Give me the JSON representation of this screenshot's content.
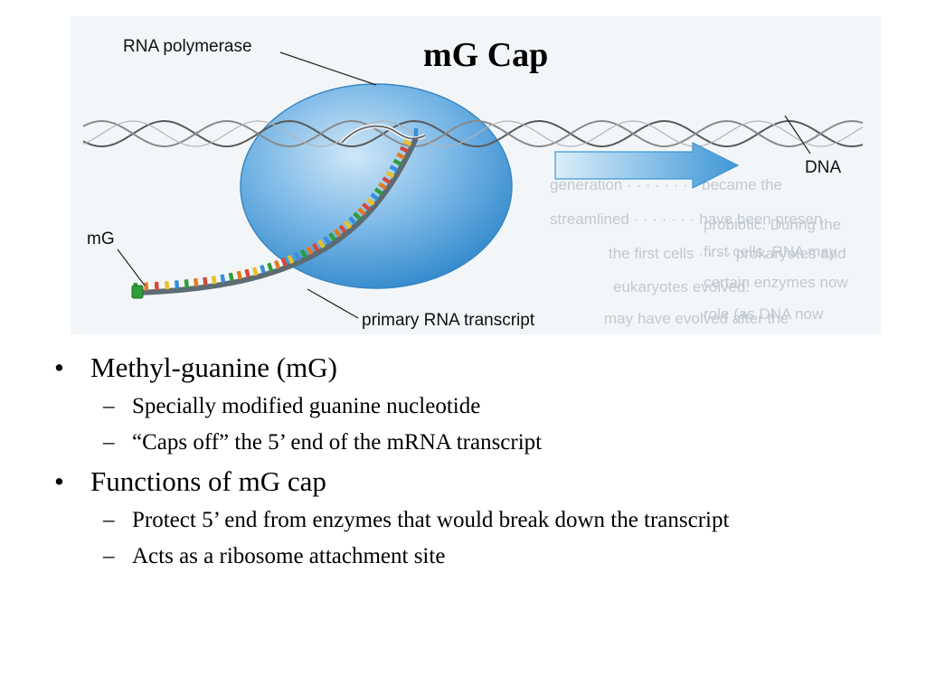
{
  "slide": {
    "title": "mG Cap",
    "figure_labels": {
      "rna_polymerase": "RNA polymerase",
      "dna": "DNA",
      "mg": "mG",
      "primary_transcript": "primary RNA transcript"
    },
    "bullets": [
      {
        "text": "Methyl-guanine (mG)",
        "subs": [
          "Specially modified guanine nucleotide",
          "“Caps off” the 5’ end of the mRNA transcript"
        ]
      },
      {
        "text": "Functions of mG cap",
        "subs": [
          "Protect 5’ end from enzymes that would break down the transcript",
          "Acts as a ribosome attachment site"
        ]
      }
    ]
  },
  "colors": {
    "polymerase": "#3f97d6",
    "dna_strand": "#5a5a5a",
    "arrow": "#57a8e0",
    "cap": "#2e9d3a",
    "bases": [
      "#2e9d3a",
      "#e07b22",
      "#d24a3a",
      "#e8c02a",
      "#3a8fd6"
    ]
  },
  "icons": {
    "bullet": "•",
    "dash": "–"
  }
}
